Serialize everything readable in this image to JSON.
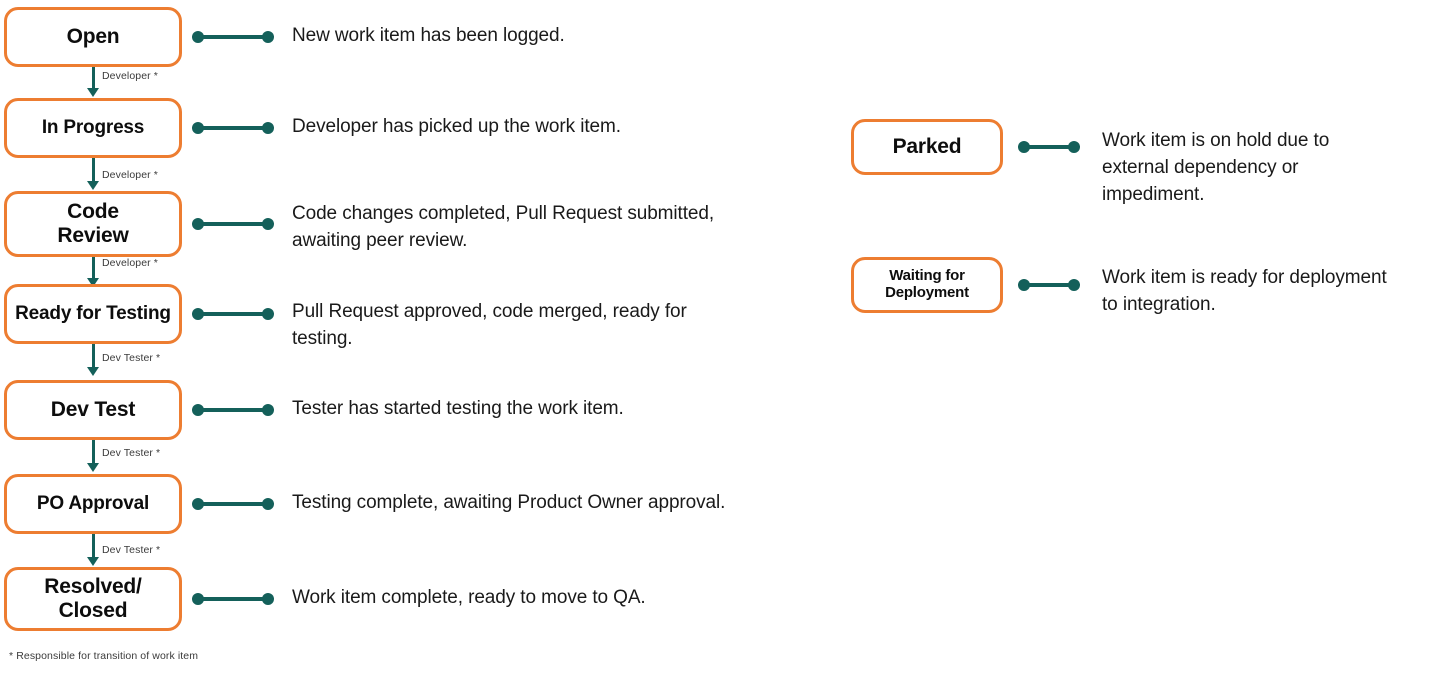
{
  "theme": {
    "box_border_color": "#ED7D31",
    "connector_color": "#14605A",
    "text_color": "#1a1a1a",
    "background": "#ffffff"
  },
  "main_flow": {
    "states": [
      {
        "label": "Open",
        "description": "New work item has been logged."
      },
      {
        "label": "In Progress",
        "description": "Developer has picked up the work item."
      },
      {
        "label": "Code\nReview",
        "description": "Code changes completed, Pull Request submitted,\nawaiting peer review."
      },
      {
        "label": "Ready for Testing",
        "description": "Pull Request approved, code merged, ready for\ntesting."
      },
      {
        "label": "Dev Test",
        "description": "Tester has started testing the work item."
      },
      {
        "label": "PO Approval",
        "description": "Testing complete, awaiting Product Owner approval."
      },
      {
        "label": "Resolved/\nClosed",
        "description": "Work item complete, ready to move to QA."
      }
    ],
    "transitions": [
      {
        "label": "Developer *"
      },
      {
        "label": "Developer *"
      },
      {
        "label": "Developer *"
      },
      {
        "label": "Dev Tester *"
      },
      {
        "label": "Dev Tester *"
      },
      {
        "label": "Dev Tester *"
      }
    ]
  },
  "side_states": [
    {
      "label": "Parked",
      "description": "Work item is on hold due to\nexternal dependency or\nimpediment."
    },
    {
      "label": "Waiting for\nDeployment",
      "description": "Work item is ready for deployment\nto integration."
    }
  ],
  "footnote": "* Responsible for transition of work item"
}
